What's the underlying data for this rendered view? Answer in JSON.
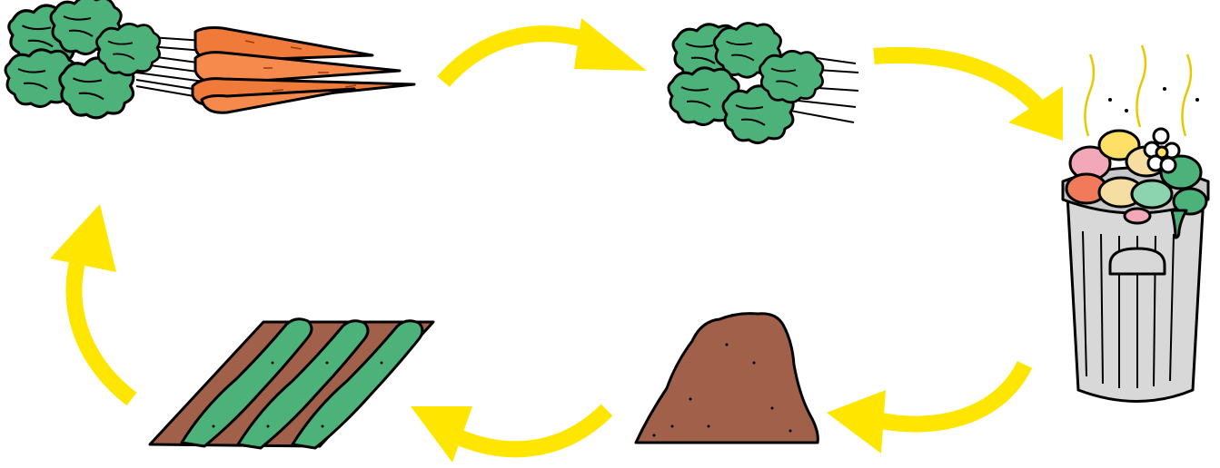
{
  "diagram": {
    "type": "cycle",
    "stages": [
      {
        "id": "carrots",
        "icon": "carrots-with-tops-icon"
      },
      {
        "id": "tops",
        "icon": "carrot-tops-icon"
      },
      {
        "id": "trash",
        "icon": "trash-can-food-scraps-icon"
      },
      {
        "id": "compost",
        "icon": "compost-pile-icon"
      },
      {
        "id": "garden",
        "icon": "garden-rows-icon"
      }
    ],
    "arrows": [
      "carrots-to-tops",
      "tops-to-trash",
      "trash-to-compost",
      "compost-to-garden",
      "garden-to-carrots"
    ]
  },
  "colors": {
    "arrow": "#FFE600",
    "leaf": "#4DB27A",
    "carrot": "#F07A3A",
    "soil": "#A0604A",
    "can": "#D8D8D8",
    "background": "#FFFFFF"
  }
}
